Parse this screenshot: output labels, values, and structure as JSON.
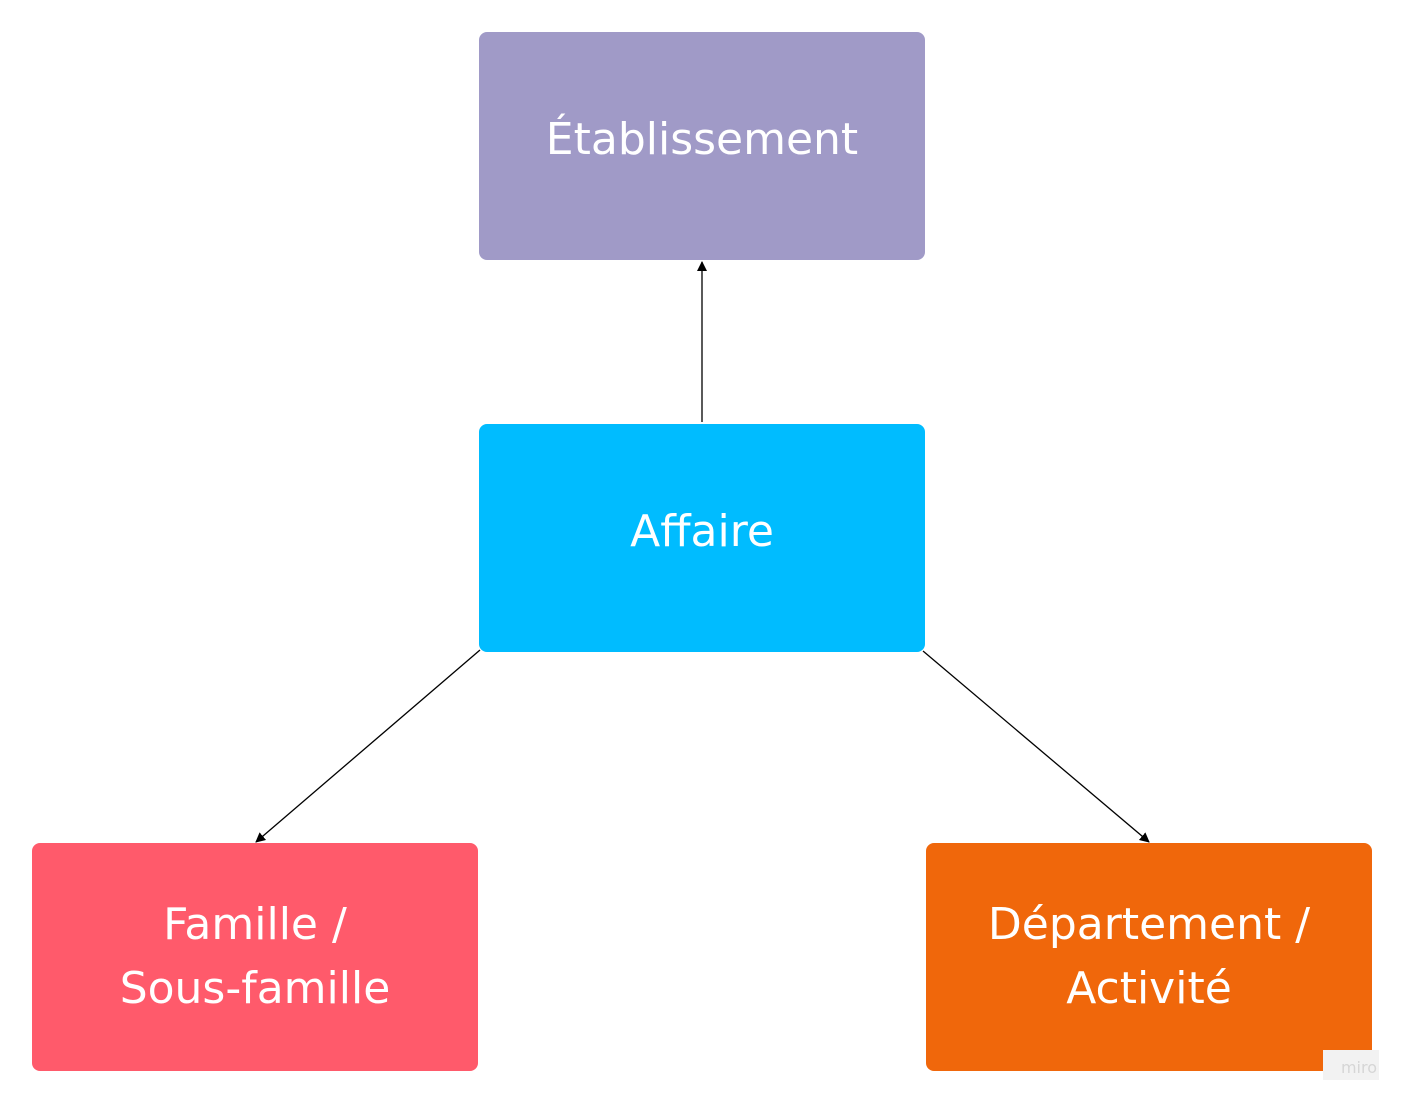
{
  "diagram": {
    "nodes": [
      {
        "id": "etablissement",
        "lines": [
          "Établissement"
        ],
        "color": "#a09ac7"
      },
      {
        "id": "affaire",
        "lines": [
          "Affaire"
        ],
        "color": "#00bcff"
      },
      {
        "id": "famille",
        "lines": [
          "Famille /",
          "Sous-famille"
        ],
        "color": "#ff5a6b"
      },
      {
        "id": "departement",
        "lines": [
          "Département /",
          "Activité"
        ],
        "color": "#f0670b"
      }
    ],
    "edges": [
      {
        "from": "affaire",
        "to": "etablissement"
      },
      {
        "from": "affaire",
        "to": "famille"
      },
      {
        "from": "affaire",
        "to": "departement"
      }
    ],
    "edge_color": "#000000"
  },
  "watermark": "miro"
}
